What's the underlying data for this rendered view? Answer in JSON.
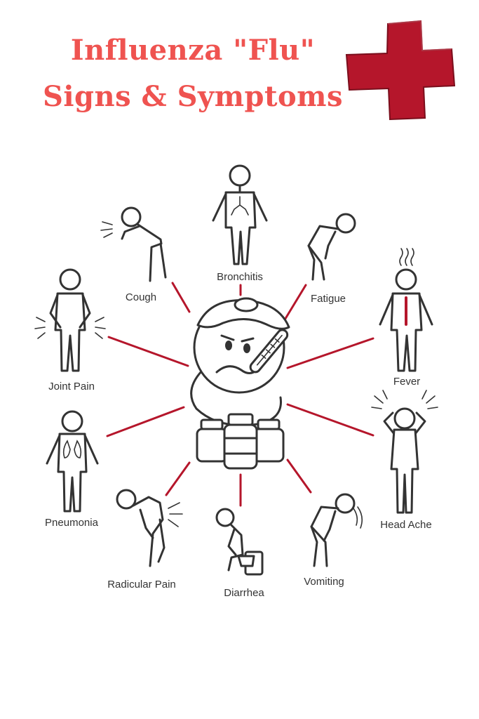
{
  "title": {
    "line1": "Influenza \"Flu\"",
    "line2": "Signs & Symptoms"
  },
  "colors": {
    "title": "#ef5350",
    "cross": "#b5162b",
    "connector": "#b5162b",
    "outline": "#333333"
  },
  "icons": {
    "cross": "red-cross-icon",
    "center": "sick-face-with-thermometer-and-medicine-bottles"
  },
  "symptoms": {
    "bronchitis": "Bronchitis",
    "cough": "Cough",
    "fatigue": "Fatigue",
    "fever": "Fever",
    "joint_pain": "Joint Pain",
    "head_ache": "Head Ache",
    "pneumonia": "Pneumonia",
    "radicular_pain": "Radicular Pain",
    "diarrhea": "Diarrhea",
    "vomiting": "Vomiting"
  }
}
